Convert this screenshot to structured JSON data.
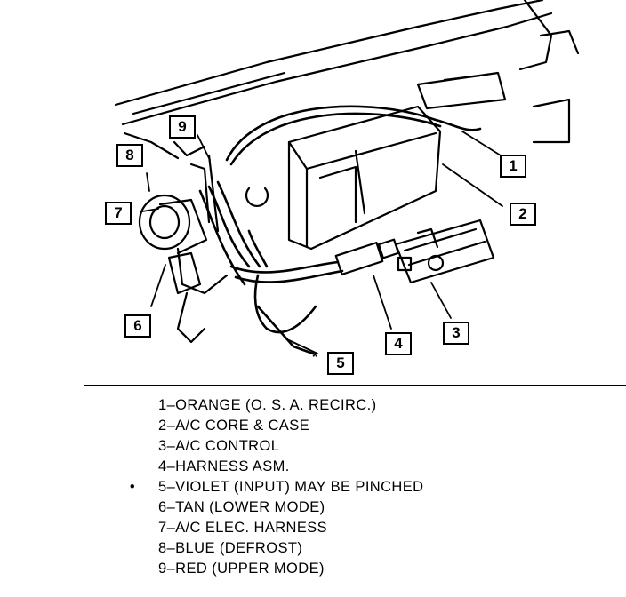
{
  "callouts": [
    {
      "id": "1",
      "label": "1"
    },
    {
      "id": "2",
      "label": "2"
    },
    {
      "id": "3",
      "label": "3"
    },
    {
      "id": "4",
      "label": "4"
    },
    {
      "id": "5",
      "label": "5"
    },
    {
      "id": "6",
      "label": "6"
    },
    {
      "id": "7",
      "label": "7"
    },
    {
      "id": "8",
      "label": "8"
    },
    {
      "id": "9",
      "label": "9"
    }
  ],
  "asterisk": "*",
  "legend": [
    {
      "mark": "",
      "text": "1–ORANGE (O. S. A. RECIRC.)"
    },
    {
      "mark": "",
      "text": "2–A/C CORE & CASE"
    },
    {
      "mark": "",
      "text": "3–A/C CONTROL"
    },
    {
      "mark": "",
      "text": "4–HARNESS ASM."
    },
    {
      "mark": "•",
      "text": "5–VIOLET (INPUT) MAY BE PINCHED"
    },
    {
      "mark": "",
      "text": "6–TAN (LOWER MODE)"
    },
    {
      "mark": "",
      "text": "7–A/C ELEC. HARNESS"
    },
    {
      "mark": "",
      "text": "8–BLUE (DEFROST)"
    },
    {
      "mark": "",
      "text": "9–RED (UPPER MODE)"
    }
  ]
}
